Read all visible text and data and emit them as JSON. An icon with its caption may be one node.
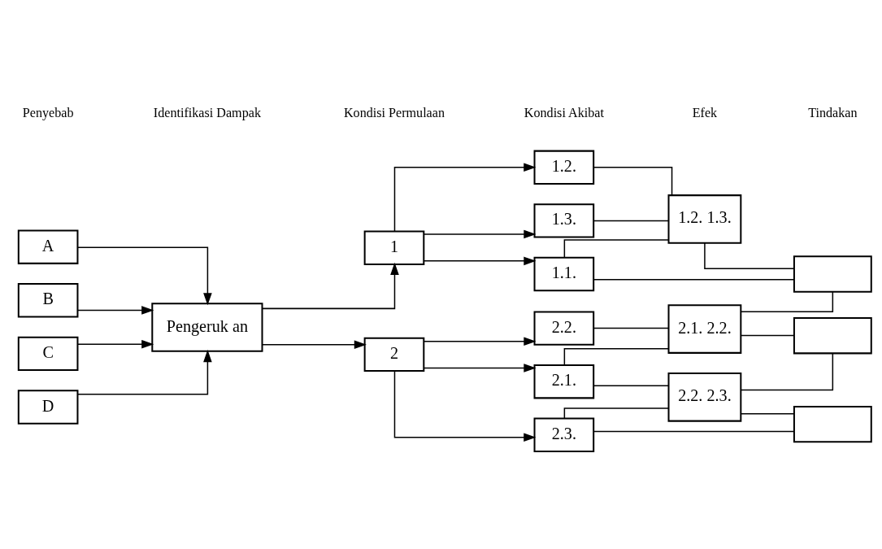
{
  "diagram": {
    "nodes": [
      {
        "text": [
          "A"
        ]
      },
      {
        "text": [
          "B"
        ]
      },
      {
        "text": [
          "C"
        ]
      },
      {
        "text": [
          "D"
        ]
      },
      {
        "text": [
          "Pengeruk an"
        ]
      },
      {
        "text": [
          "1"
        ]
      },
      {
        "text": [
          "2"
        ]
      },
      {
        "text": [
          "1.1."
        ]
      },
      {
        "text": [
          "1.2."
        ]
      },
      {
        "text": [
          "1.3."
        ]
      },
      {
        "text": [
          "2.1."
        ]
      },
      {
        "text": [
          "2.2."
        ]
      },
      {
        "text": [
          "2.3."
        ]
      },
      {
        "text": [
          "1.2. 1.3."
        ]
      },
      {
        "text": [
          "2.1. 2.2."
        ]
      },
      {
        "text": [
          "2.2. 2.3."
        ]
      },
      {
        "text": [],
        "shape": "box"
      },
      {
        "text": [],
        "shape": "box"
      },
      {
        "text": [],
        "shape": "box"
      }
    ],
    "edges": [
      {
        "from": 0,
        "to": 4,
        "arrow": "to"
      },
      {
        "from": 1,
        "to": 4,
        "arrow": "to"
      },
      {
        "from": 2,
        "to": 4,
        "arrow": "to"
      },
      {
        "from": 3,
        "to": 4,
        "arrow": "to"
      },
      {
        "from": 4,
        "to": 5,
        "arrow": "to"
      },
      {
        "from": 4,
        "to": 6,
        "arrow": "to"
      },
      {
        "from": 5,
        "to": 7,
        "arrow": "to"
      },
      {
        "from": 5,
        "to": 8,
        "arrow": "to"
      },
      {
        "from": 5,
        "to": 9,
        "arrow": "to"
      },
      {
        "from": 6,
        "to": 10,
        "arrow": "to"
      },
      {
        "from": 6,
        "to": 11,
        "arrow": "to"
      },
      {
        "from": 6,
        "to": 12,
        "arrow": "to"
      },
      {
        "from": 7,
        "to": 16,
        "arrow": "none"
      },
      {
        "from": 7,
        "to": 13,
        "arrow": "none"
      },
      {
        "from": 8,
        "to": 13,
        "arrow": "none"
      },
      {
        "from": 9,
        "to": 13,
        "arrow": "none"
      },
      {
        "from": 10,
        "to": 14,
        "arrow": "none"
      },
      {
        "from": 10,
        "to": 15,
        "arrow": "none"
      },
      {
        "from": 11,
        "to": 14,
        "arrow": "none"
      },
      {
        "from": 12,
        "to": 15,
        "arrow": "none"
      },
      {
        "from": 12,
        "to": 18,
        "arrow": "none"
      },
      {
        "from": 13,
        "to": 16,
        "arrow": "none"
      },
      {
        "from": 14,
        "to": 16,
        "arrow": "none"
      },
      {
        "from": 14,
        "to": 17,
        "arrow": "none"
      },
      {
        "from": 15,
        "to": 17,
        "arrow": "none"
      },
      {
        "from": 15,
        "to": 18,
        "arrow": "none"
      }
    ],
    "labels": [
      "Penyebab",
      "Identifikasi Dampak",
      "Kondisi Permulaan",
      "Kondisi Akibat",
      "Efek",
      "Tindakan"
    ]
  }
}
